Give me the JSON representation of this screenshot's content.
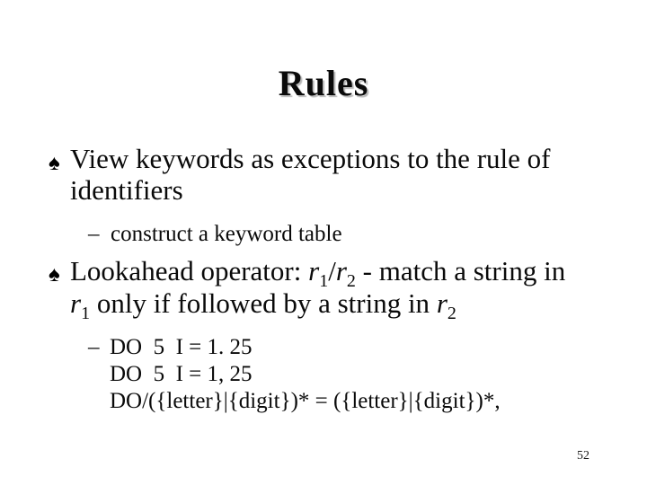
{
  "title": "Rules",
  "page_number": "52",
  "colors": {
    "background": "#ffffff",
    "text": "#0a0a0a",
    "title_shadow": "#b8b8b8"
  },
  "bullets": {
    "b1": {
      "marker": "♠",
      "line1": "View keywords as exceptions to the rule of",
      "line2": "identifiers",
      "sub": {
        "marker": "–",
        "text": "construct a keyword table"
      }
    },
    "b2": {
      "marker": "♠",
      "seg_intro": "Lookahead operator: ",
      "var_r": "r",
      "sub_1": "1",
      "slash": "/",
      "sub_2": "2",
      "seg_match": " - match a string in",
      "seg_only": " only if followed by a string in ",
      "sub": {
        "marker": "–",
        "line1": "DO  5  I = 1. 25",
        "line2": "DO  5  I = 1, 25",
        "line3": "DO/({letter}|{digit})* = ({letter}|{digit})*,"
      }
    }
  }
}
